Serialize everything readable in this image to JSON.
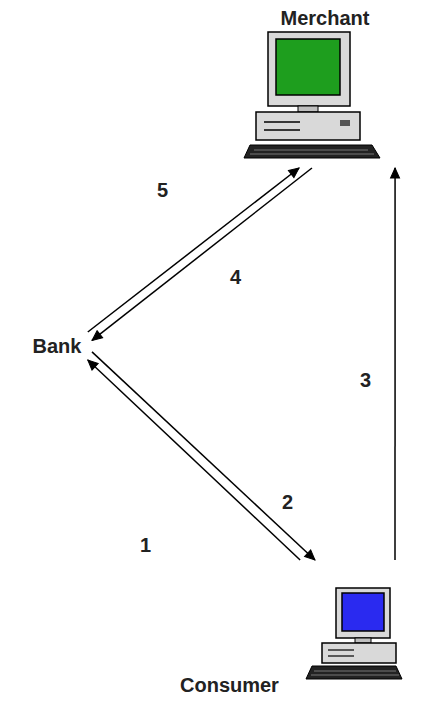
{
  "diagram": {
    "nodes": [
      {
        "text": [
          "Merchant"
        ]
      },
      {
        "text": [
          "Bank"
        ]
      },
      {
        "text": [
          "Consumer"
        ]
      }
    ],
    "edges": [
      {
        "from": 2,
        "to": 1,
        "arrow": "to",
        "label": "1"
      },
      {
        "from": 1,
        "to": 2,
        "arrow": "to",
        "label": "2"
      },
      {
        "from": 2,
        "to": 0,
        "arrow": "to",
        "label": "3"
      },
      {
        "from": 0,
        "to": 1,
        "arrow": "to",
        "label": "4"
      },
      {
        "from": 1,
        "to": 0,
        "arrow": "to",
        "label": "5"
      }
    ]
  }
}
